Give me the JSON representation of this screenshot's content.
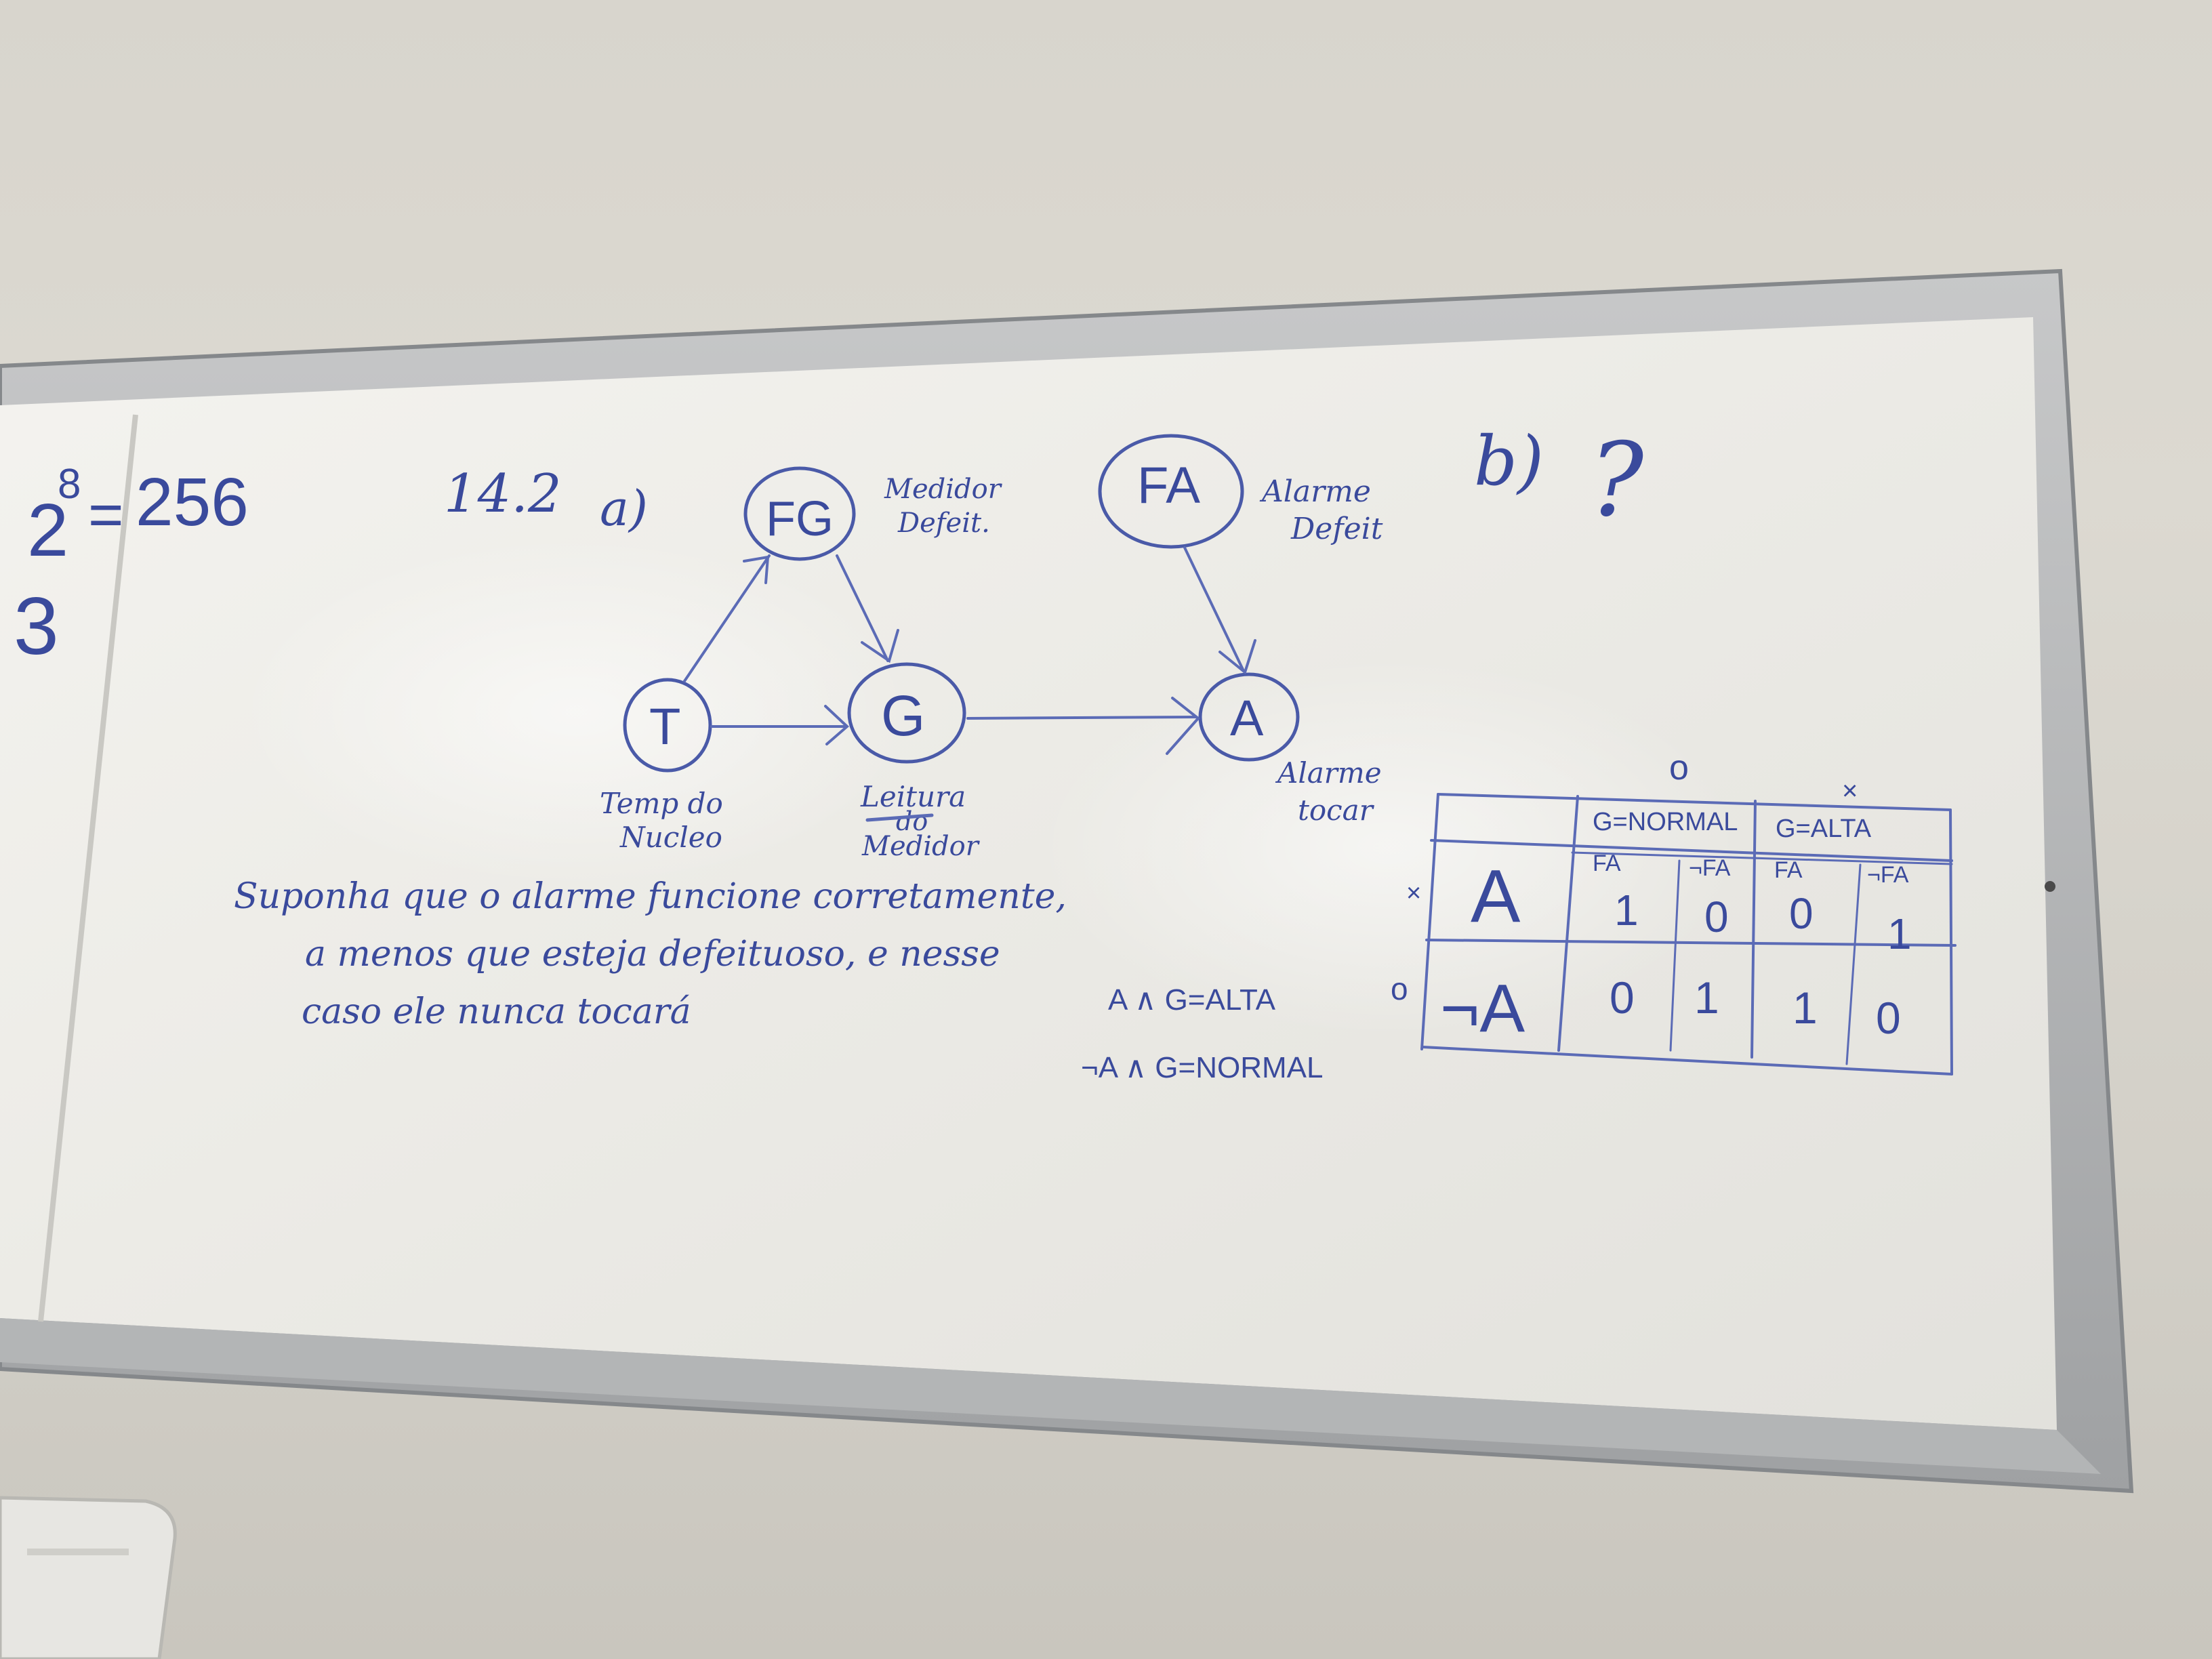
{
  "board": {
    "left_edge": {
      "power": "2",
      "exponent": "8",
      "equals": "=",
      "result": "256",
      "number": "3"
    },
    "exercise": {
      "number": "14.2",
      "part_a": "a)",
      "part_b": "b)",
      "question_mark": "?"
    },
    "network": {
      "nodes": {
        "fg": {
          "symbol": "FG",
          "label_line1": "Medidor",
          "label_line2": "Defeit."
        },
        "fa": {
          "symbol": "FA",
          "label_line1": "Alarme",
          "label_line2": "Defeit"
        },
        "t": {
          "symbol": "T",
          "label_line1": "Temp do",
          "label_line2": "Nucleo"
        },
        "g": {
          "symbol": "G",
          "label_line1": "Leitura",
          "label_line2": "do",
          "label_line3": "Medidor"
        },
        "a": {
          "symbol": "A",
          "label_line1": "Alarme",
          "label_line2": "tocar"
        }
      }
    },
    "statement": {
      "line1": "Suponha que o alarme funcione corretamente,",
      "line2": "a menos que esteja defeituoso, e nesse",
      "line3": "caso ele nunca tocará"
    },
    "expressions": {
      "line1": "A ∧ G=ALTA",
      "line2": "¬A ∧ G=NORMAL"
    },
    "cpt": {
      "top_mark_left": "o",
      "top_mark_right": "×",
      "side_mark_top": "×",
      "side_mark_bottom": "o",
      "group_headers": [
        "G=NORMAL",
        "G=ALTA"
      ],
      "sub_headers": [
        "FA",
        "¬FA",
        "FA",
        "¬FA"
      ],
      "rows": [
        {
          "label": "A",
          "cells": [
            "1",
            "0",
            "0",
            "1"
          ]
        },
        {
          "label": "¬A",
          "cells": [
            "0",
            "1",
            "1",
            "0"
          ]
        }
      ]
    }
  }
}
